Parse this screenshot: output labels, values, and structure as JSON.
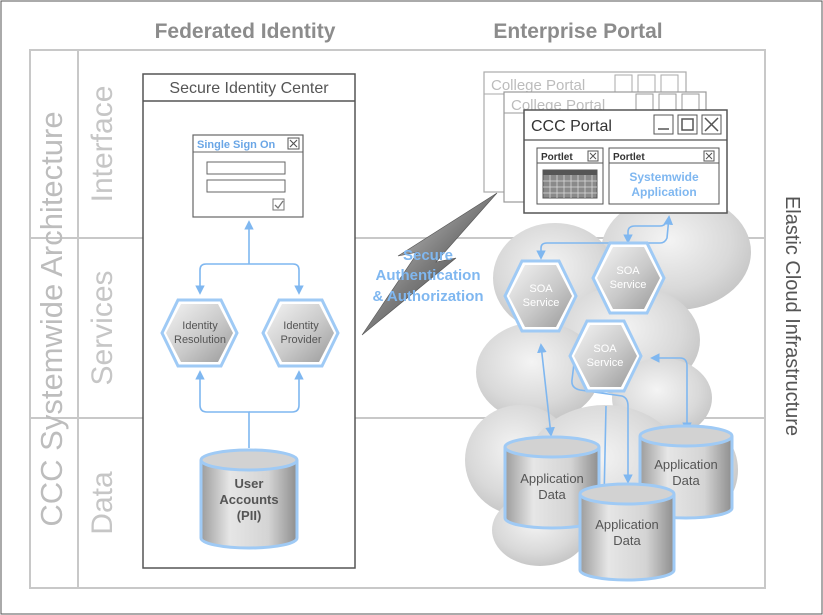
{
  "columns": {
    "federated": "Federated Identity",
    "enterprise": "Enterprise Portal"
  },
  "vertical_title": "CCC Systemwide Architecture",
  "layers": {
    "interface": "Interface",
    "services": "Services",
    "data": "Data"
  },
  "right_label": "Elastic Cloud Infrastructure",
  "identity": {
    "center_title": "Secure Identity Center",
    "sso_title": "Single Sign On",
    "resolution": [
      "Identity",
      "Resolution"
    ],
    "provider": [
      "Identity",
      "Provider"
    ],
    "user_accounts": [
      "User",
      "Accounts",
      "(PII)"
    ]
  },
  "connector_label": [
    "Secure",
    "Authentication",
    "& Authorization"
  ],
  "portal": {
    "back_title_1": "College Portal",
    "back_title_2": "College Portal",
    "front_title": "CCC Portal",
    "portlet_1": "Portlet",
    "portlet_2": "Portlet",
    "app_text": [
      "Systemwide",
      "Application"
    ]
  },
  "soa": {
    "a": [
      "SOA",
      "Service"
    ],
    "b": [
      "SOA",
      "Service"
    ],
    "c": [
      "SOA",
      "Service"
    ]
  },
  "app_data": {
    "a": [
      "Application",
      "Data"
    ],
    "b": [
      "Application",
      "Data"
    ],
    "c": [
      "Application",
      "Data"
    ]
  },
  "colors": {
    "grid": "#c8c8c8",
    "header_text": "#8c8c8c",
    "label_text": "#bdbdbd",
    "accent": "#7fb7f0",
    "accent_dark": "#6aa6e6"
  }
}
